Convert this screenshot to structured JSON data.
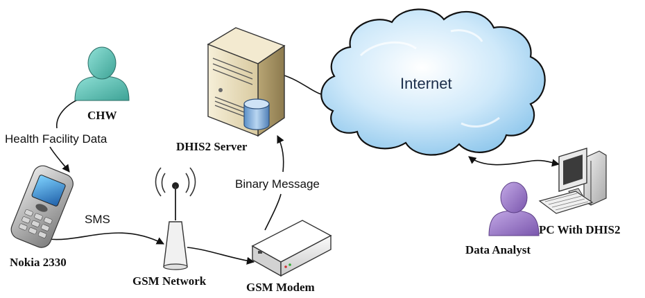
{
  "labels": {
    "chw": "CHW",
    "health_facility_data": "Health Facility Data",
    "nokia": "Nokia 2330",
    "sms": "SMS",
    "gsm_network": "GSM Network",
    "gsm_modem": "GSM Modem",
    "binary_message": "Binary Message",
    "dhis2_server": "DHIS2 Server",
    "internet": "Internet",
    "data_analyst": "Data Analyst",
    "pc_with_dhis2": "PC With DHIS2"
  },
  "icons": {
    "chw_person": "person-icon",
    "analyst_person": "person-icon",
    "phone": "mobile-phone-icon",
    "tower": "antenna-tower-icon",
    "modem": "modem-icon",
    "server": "server-tower-icon",
    "database": "database-icon",
    "cloud": "cloud-icon",
    "pc": "desktop-computer-icon"
  },
  "colors": {
    "chw_person": "#5bc2b6",
    "analyst_person": "#9b7bc4",
    "cloud_fill": "#a7d6f2",
    "database": "#7aa9d8",
    "server_body": "#e8dcb6"
  }
}
